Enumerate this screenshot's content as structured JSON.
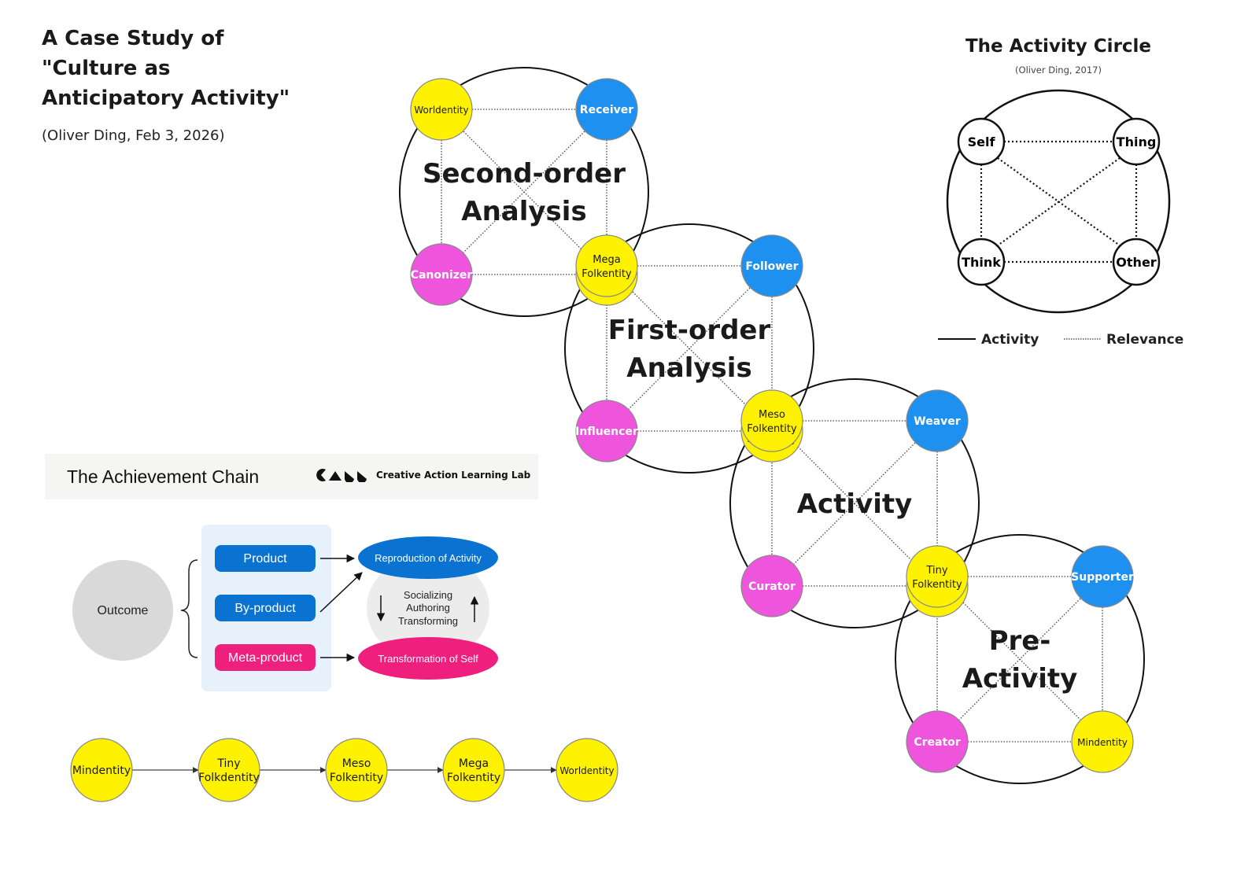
{
  "header": {
    "title_lines": [
      "A Case Study of",
      "\"Culture as",
      "Anticipatory Activity\""
    ],
    "subtitle": "(Oliver Ding, Feb 3, 2026)"
  },
  "colors": {
    "yellow": "#fff200",
    "blue": "#1e90f0",
    "magenta": "#ef55dc",
    "outline": "#1a1a1a",
    "product_blue": "#0a72d0",
    "meta_pink": "#ee1f7d",
    "outcome_gray": "#d9d9d9",
    "panel_blue": "#e6f1fb"
  },
  "activity_circle_legend": {
    "title": "The Activity Circle",
    "credit": "(Oliver Ding, 2017)",
    "nodes": {
      "top_left": "Self",
      "top_right": "Thing",
      "bottom_left": "Think",
      "bottom_right": "Other"
    },
    "legend": {
      "solid_label": "Activity",
      "dotted_label": "Relevance"
    }
  },
  "circles": [
    {
      "id": "second-order",
      "title_lines": [
        "Second-order",
        "Analysis"
      ],
      "nodes": [
        {
          "pos": "top_left",
          "label_lines": [
            "Worldentity"
          ],
          "color": "yellow",
          "bold": false
        },
        {
          "pos": "top_right",
          "label_lines": [
            "Receiver"
          ],
          "color": "blue",
          "bold": true
        },
        {
          "pos": "bottom_left",
          "label_lines": [
            "Canonizer"
          ],
          "color": "magenta",
          "bold": true
        },
        {
          "pos": "bottom_right",
          "label_lines": [
            "Mega",
            "Folkentity"
          ],
          "color": "yellow",
          "bold": false
        }
      ]
    },
    {
      "id": "first-order",
      "title_lines": [
        "First-order",
        "Analysis"
      ],
      "nodes": [
        {
          "pos": "top_left",
          "label_lines": [
            "Mega",
            "Folkentity"
          ],
          "color": "yellow",
          "bold": false
        },
        {
          "pos": "top_right",
          "label_lines": [
            "Follower"
          ],
          "color": "blue",
          "bold": true
        },
        {
          "pos": "bottom_left",
          "label_lines": [
            "Influencer"
          ],
          "color": "magenta",
          "bold": true
        },
        {
          "pos": "bottom_right",
          "label_lines": [
            "Meso",
            "Folkentity"
          ],
          "color": "yellow",
          "bold": false
        }
      ]
    },
    {
      "id": "activity",
      "title_lines": [
        "Activity"
      ],
      "nodes": [
        {
          "pos": "top_left",
          "label_lines": [
            "Meso",
            "Folkentity"
          ],
          "color": "yellow",
          "bold": false
        },
        {
          "pos": "top_right",
          "label_lines": [
            "Weaver"
          ],
          "color": "blue",
          "bold": true
        },
        {
          "pos": "bottom_left",
          "label_lines": [
            "Curator"
          ],
          "color": "magenta",
          "bold": true
        },
        {
          "pos": "bottom_right",
          "label_lines": [
            "Tiny",
            "Folkentity"
          ],
          "color": "yellow",
          "bold": false
        }
      ]
    },
    {
      "id": "pre-activity",
      "title_lines": [
        "Pre-",
        "Activity"
      ],
      "nodes": [
        {
          "pos": "top_left",
          "label_lines": [
            "Tiny",
            "Folkentity"
          ],
          "color": "yellow",
          "bold": false
        },
        {
          "pos": "top_right",
          "label_lines": [
            "Supporter"
          ],
          "color": "blue",
          "bold": true
        },
        {
          "pos": "bottom_left",
          "label_lines": [
            "Creator"
          ],
          "color": "magenta",
          "bold": true
        },
        {
          "pos": "bottom_right",
          "label_lines": [
            "Mindentity"
          ],
          "color": "yellow",
          "bold": false
        }
      ]
    }
  ],
  "achievement_chain": {
    "title": "The Achievement Chain",
    "lab_name": "Creative Action Learning Lab",
    "outcome": "Outcome",
    "boxes": [
      "Product",
      "By-product",
      "Meta-product"
    ],
    "ellipses": {
      "top": "Reproduction of Activity",
      "bottom": "Transformation of Self"
    },
    "middle_lines": [
      "Socializing",
      "Authoring",
      "Transforming"
    ]
  },
  "identity_chain": [
    {
      "label_lines": [
        "Mindentity"
      ]
    },
    {
      "label_lines": [
        "Tiny",
        "Folkdentity"
      ]
    },
    {
      "label_lines": [
        "Meso",
        "Folkentity"
      ]
    },
    {
      "label_lines": [
        "Mega",
        "Folkentity"
      ]
    },
    {
      "label_lines": [
        "Worldentity"
      ]
    }
  ]
}
